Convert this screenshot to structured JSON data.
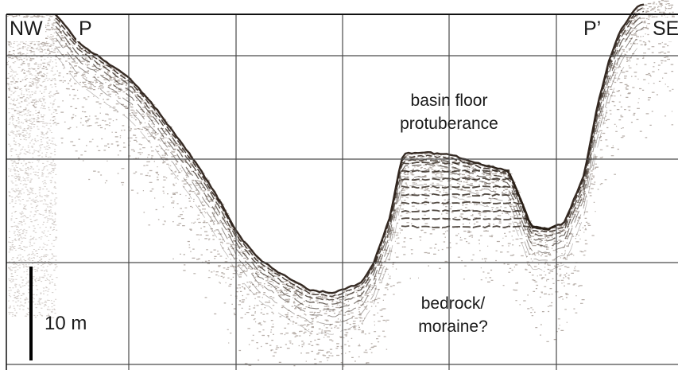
{
  "labels": {
    "corner_left": "NW",
    "corner_right": "SE",
    "marker_start": "P",
    "marker_end": "P’"
  },
  "annotations": {
    "upper_line1": "basin floor",
    "upper_line2": "protuberance",
    "lower_line1": "bedrock/",
    "lower_line2": "moraine?"
  },
  "scale_bar": {
    "label": "10 m"
  },
  "colors": {
    "ink": "#2b2018",
    "ink_light": "#7a6a5e",
    "grid": "#4a4a4a",
    "background": "#ffffff"
  }
}
